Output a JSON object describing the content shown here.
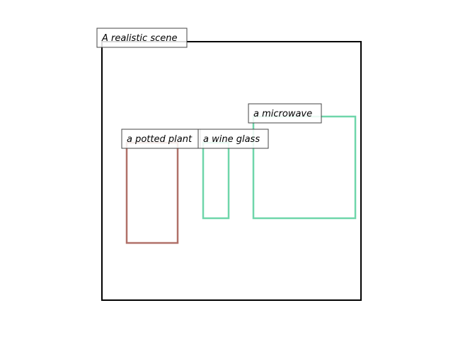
{
  "scene": {
    "caption": "A realistic scene",
    "frame_color": "#000000"
  },
  "objects": [
    {
      "id": "potted-plant",
      "label": "a potted plant",
      "color": "#b07068"
    },
    {
      "id": "wine-glass",
      "label": "a wine glass",
      "color": "#6fd6aa"
    },
    {
      "id": "microwave",
      "label": "a microwave",
      "color": "#6fd6aa"
    }
  ]
}
